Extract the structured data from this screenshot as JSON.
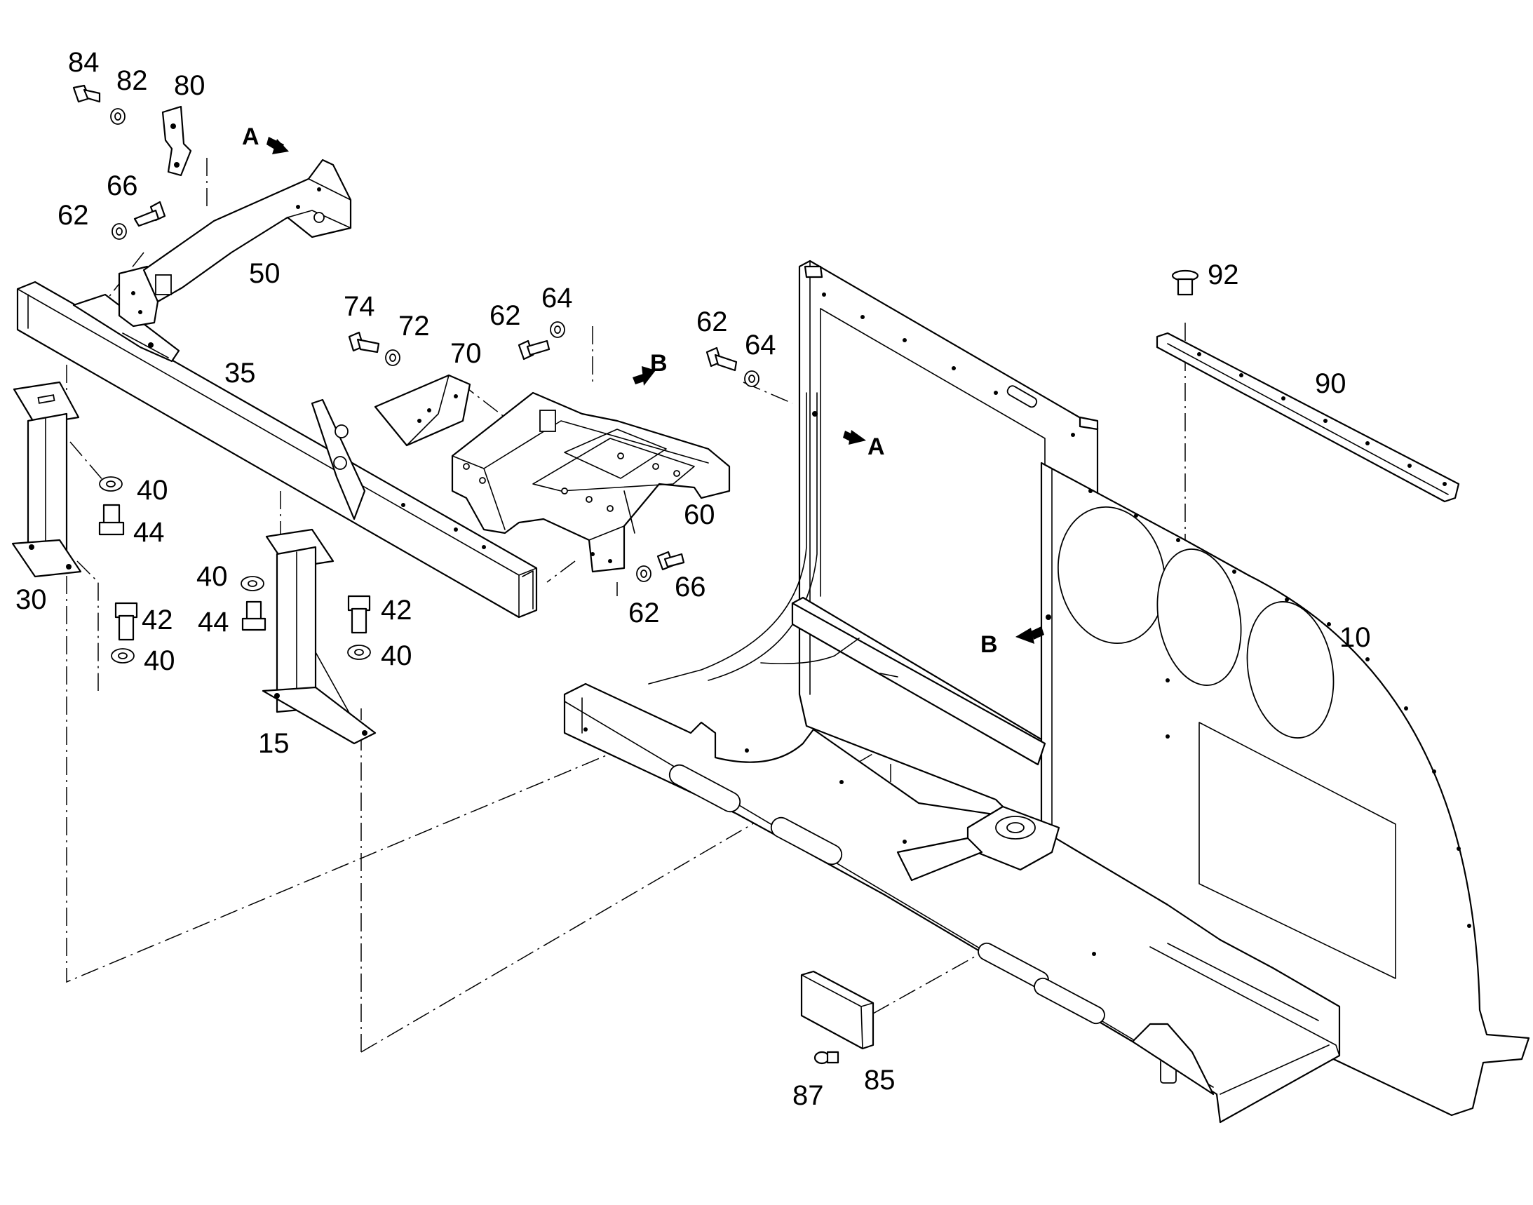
{
  "callouts": {
    "c84": "84",
    "c82": "82",
    "c80": "80",
    "c66a": "66",
    "c62a": "62",
    "c50": "50",
    "c35": "35",
    "c74": "74",
    "c72": "72",
    "c70": "70",
    "c62b": "62",
    "c64a": "64",
    "c62c": "62",
    "c64b": "64",
    "c92": "92",
    "c90": "90",
    "c60": "60",
    "c40a": "40",
    "c44a": "44",
    "c30": "30",
    "c40b": "40",
    "c44b": "44",
    "c42a": "42",
    "c40c": "40",
    "c42b": "42",
    "c40d": "40",
    "c15": "15",
    "c66b": "66",
    "c62d": "62",
    "c10": "10",
    "c85": "85",
    "c87": "87"
  },
  "view_markers": {
    "a_top": "A",
    "a_frame": "A",
    "b_bracket": "B",
    "b_frame": "B"
  },
  "colors": {
    "line": "#000000",
    "background": "#ffffff"
  }
}
